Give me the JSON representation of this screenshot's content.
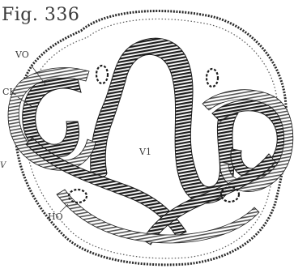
{
  "figure": {
    "title": "Fig. 336",
    "labels": {
      "vo": "VO",
      "ck": "CK",
      "v1": "V1",
      "ho": "HO",
      "v": "V"
    },
    "colors": {
      "background": "#ffffff",
      "ink": "#1c1c1c",
      "ink_mid": "#3a3a3a",
      "ink_light": "#7a7a7a"
    }
  }
}
